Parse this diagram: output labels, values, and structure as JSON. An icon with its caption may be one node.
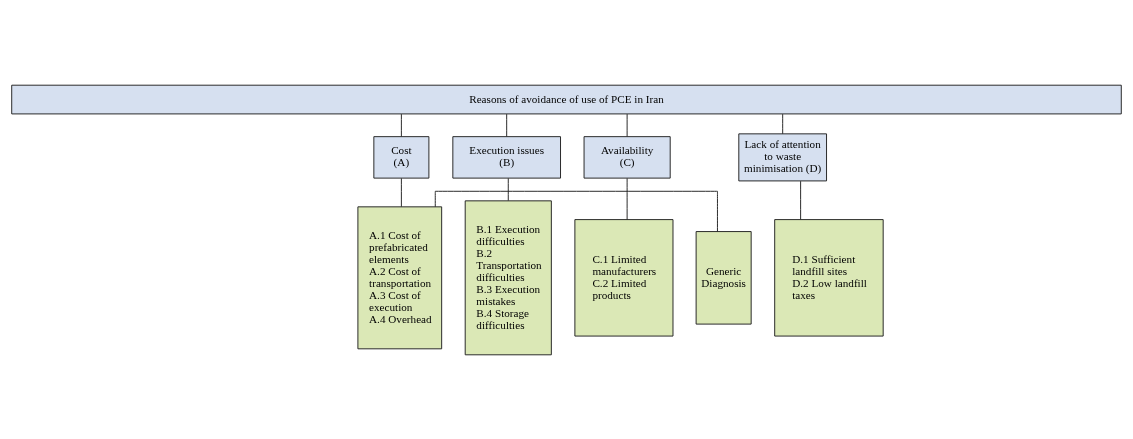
{
  "diagram": {
    "nodes": [
      {
        "text": [
          "Reasons of avoidance of use of PCE in Iran"
        ]
      },
      {
        "text": [
          "Cost (A)"
        ]
      },
      {
        "text": [
          "Execution issues (B)"
        ]
      },
      {
        "text": [
          "Availability (C)"
        ]
      },
      {
        "text": [
          "Lack of attention to waste minimisation (D)"
        ]
      },
      {
        "text": [
          "A.1 Cost of prefabricated elements",
          "A.2 Cost of transportation",
          "A.3 Cost of execution",
          "A.4 Overhead"
        ]
      },
      {
        "text": [
          "B.1 Execution difficulties",
          "B.2 Transportation difficulties",
          "B.3 Execution mistakes",
          "B.4 Storage difficulties"
        ]
      },
      {
        "text": [
          "C.1 Limited manufacturers",
          "C.2 Limited products"
        ]
      },
      {
        "text": [
          "D.1 Sufficient landfill sites",
          "D.2 Low landfill taxes"
        ]
      },
      {
        "text": [
          "Generic Diagnosis"
        ]
      }
    ],
    "edges": [
      {
        "from": 0,
        "to": 1,
        "arrow": "none"
      },
      {
        "from": 0,
        "to": 2,
        "arrow": "none"
      },
      {
        "from": 0,
        "to": 3,
        "arrow": "none"
      },
      {
        "from": 0,
        "to": 4,
        "arrow": "none"
      },
      {
        "from": 1,
        "to": 5,
        "arrow": "none"
      },
      {
        "from": 2,
        "to": 6,
        "arrow": "none"
      },
      {
        "from": 3,
        "to": 7,
        "arrow": "none"
      },
      {
        "from": 4,
        "to": 8,
        "arrow": "none"
      },
      {
        "from": 9,
        "to": 5,
        "arrow": "none"
      }
    ]
  }
}
